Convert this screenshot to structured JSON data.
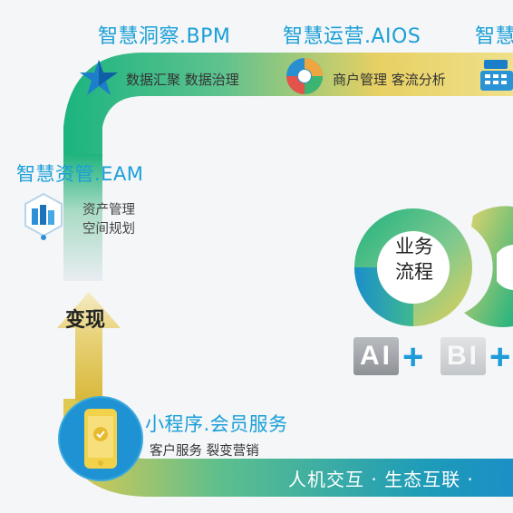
{
  "top_titles": [
    "智慧洞察.BPM",
    "智慧运营.AIOS",
    "智慧"
  ],
  "top_subs": [
    "数据汇聚 数据治理",
    "商户管理 客流分析"
  ],
  "left": {
    "title": "智慧资管.EAM",
    "sub": [
      "资产管理",
      "空间规划"
    ]
  },
  "arrow_label": "变现",
  "bottom": {
    "title": "小程序.会员服务",
    "sub": "客户服务 裂变营销",
    "band_text": "人机交互 · 生态互联 · "
  },
  "center": {
    "ring_label": [
      "业务",
      "流程"
    ],
    "ai": "AI",
    "bi": "BI",
    "plus": "+"
  },
  "colors": {
    "blue": "#1a9fd7",
    "green": "#27b07a",
    "yellow": "#e7cf5b"
  },
  "icons": [
    "star-icon",
    "swirl-logo-icon",
    "cash-register-icon",
    "server-cube-icon",
    "phone-icon"
  ]
}
